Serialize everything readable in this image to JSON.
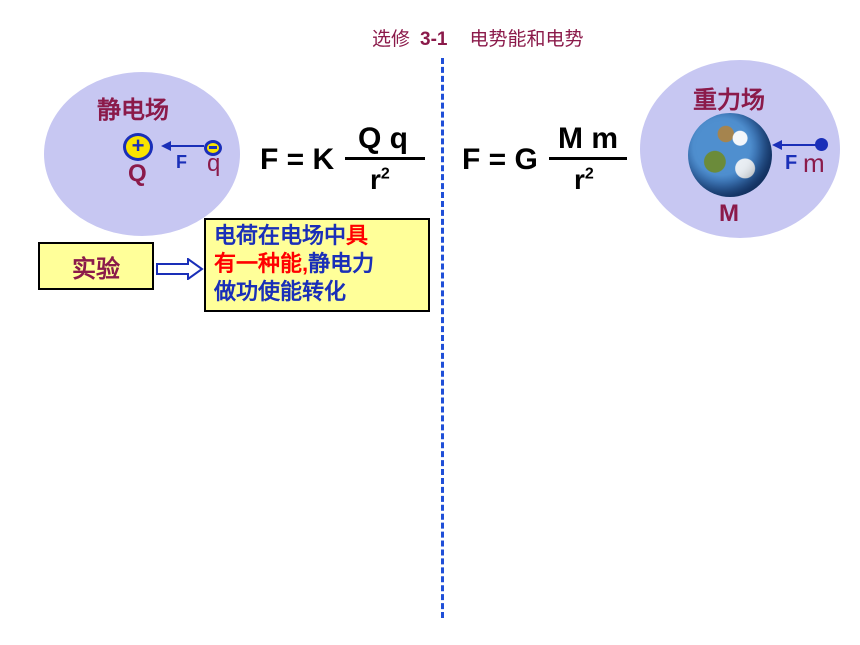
{
  "header": {
    "prefix": "选修",
    "number": "3-1",
    "topic": "电势能和电势"
  },
  "left": {
    "title": "静电场",
    "charge_source_label": "Q",
    "charge_test_label": "q",
    "force_label": "F",
    "formula_lhs": "F = K",
    "numerator": "Q  q",
    "denominator_base": "r",
    "denominator_exp": "2"
  },
  "right": {
    "title": "重力场",
    "mass_source_label": "M",
    "mass_test_label": "m",
    "force_label": "F",
    "formula_lhs": "F = G",
    "numerator": "M  m",
    "denominator_base": "r",
    "denominator_exp": "2"
  },
  "experiment": {
    "label": "实验"
  },
  "description": {
    "line1_a": "电荷在电场中",
    "line1_b": "具",
    "line2_a": "有一种能,",
    "line2_b": "静电力",
    "line3": "做功使能转化"
  },
  "colors": {
    "title": "#8B1A4A",
    "blue": "#1a2fb8",
    "highlight": "#ffff99",
    "emphasis": "#ff0000",
    "field_blob": "#c7c7f2"
  }
}
